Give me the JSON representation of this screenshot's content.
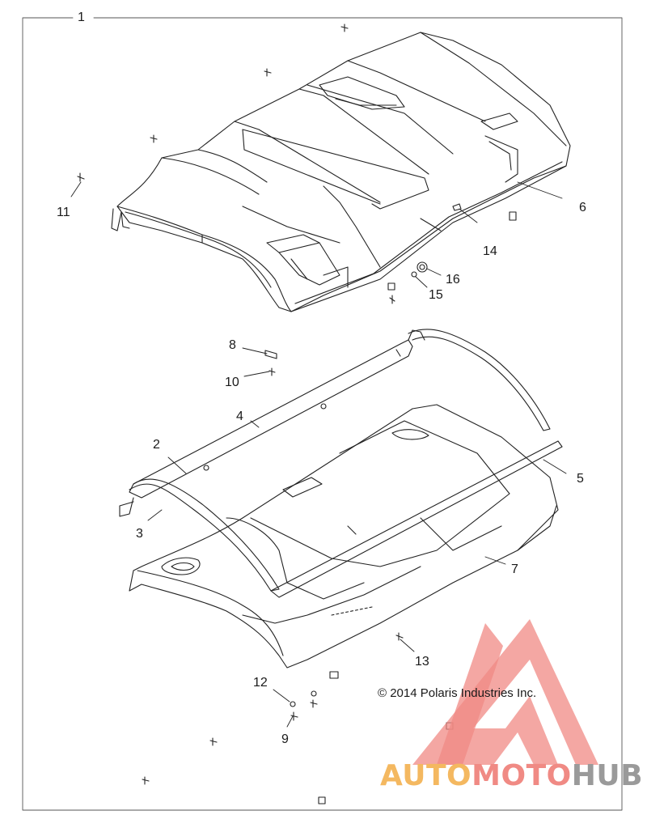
{
  "diagram": {
    "callouts": [
      {
        "id": "1",
        "text": "1"
      },
      {
        "id": "2",
        "text": "2"
      },
      {
        "id": "3",
        "text": "3"
      },
      {
        "id": "4",
        "text": "4"
      },
      {
        "id": "5",
        "text": "5"
      },
      {
        "id": "6",
        "text": "6"
      },
      {
        "id": "7",
        "text": "7"
      },
      {
        "id": "8",
        "text": "8"
      },
      {
        "id": "9",
        "text": "9"
      },
      {
        "id": "10",
        "text": "10"
      },
      {
        "id": "11",
        "text": "11"
      },
      {
        "id": "12",
        "text": "12"
      },
      {
        "id": "13",
        "text": "13"
      },
      {
        "id": "14",
        "text": "14"
      },
      {
        "id": "15",
        "text": "15"
      },
      {
        "id": "16",
        "text": "16"
      }
    ],
    "copyright": "© 2014 Polaris Industries Inc."
  },
  "watermark": {
    "part1": "AUTO",
    "part2": "MOTO",
    "part3": "HUB",
    "colors": {
      "auto": "#f4b860",
      "moto": "#f08a84",
      "hub": "#9a9a9a",
      "logo": "#f08a84"
    }
  }
}
